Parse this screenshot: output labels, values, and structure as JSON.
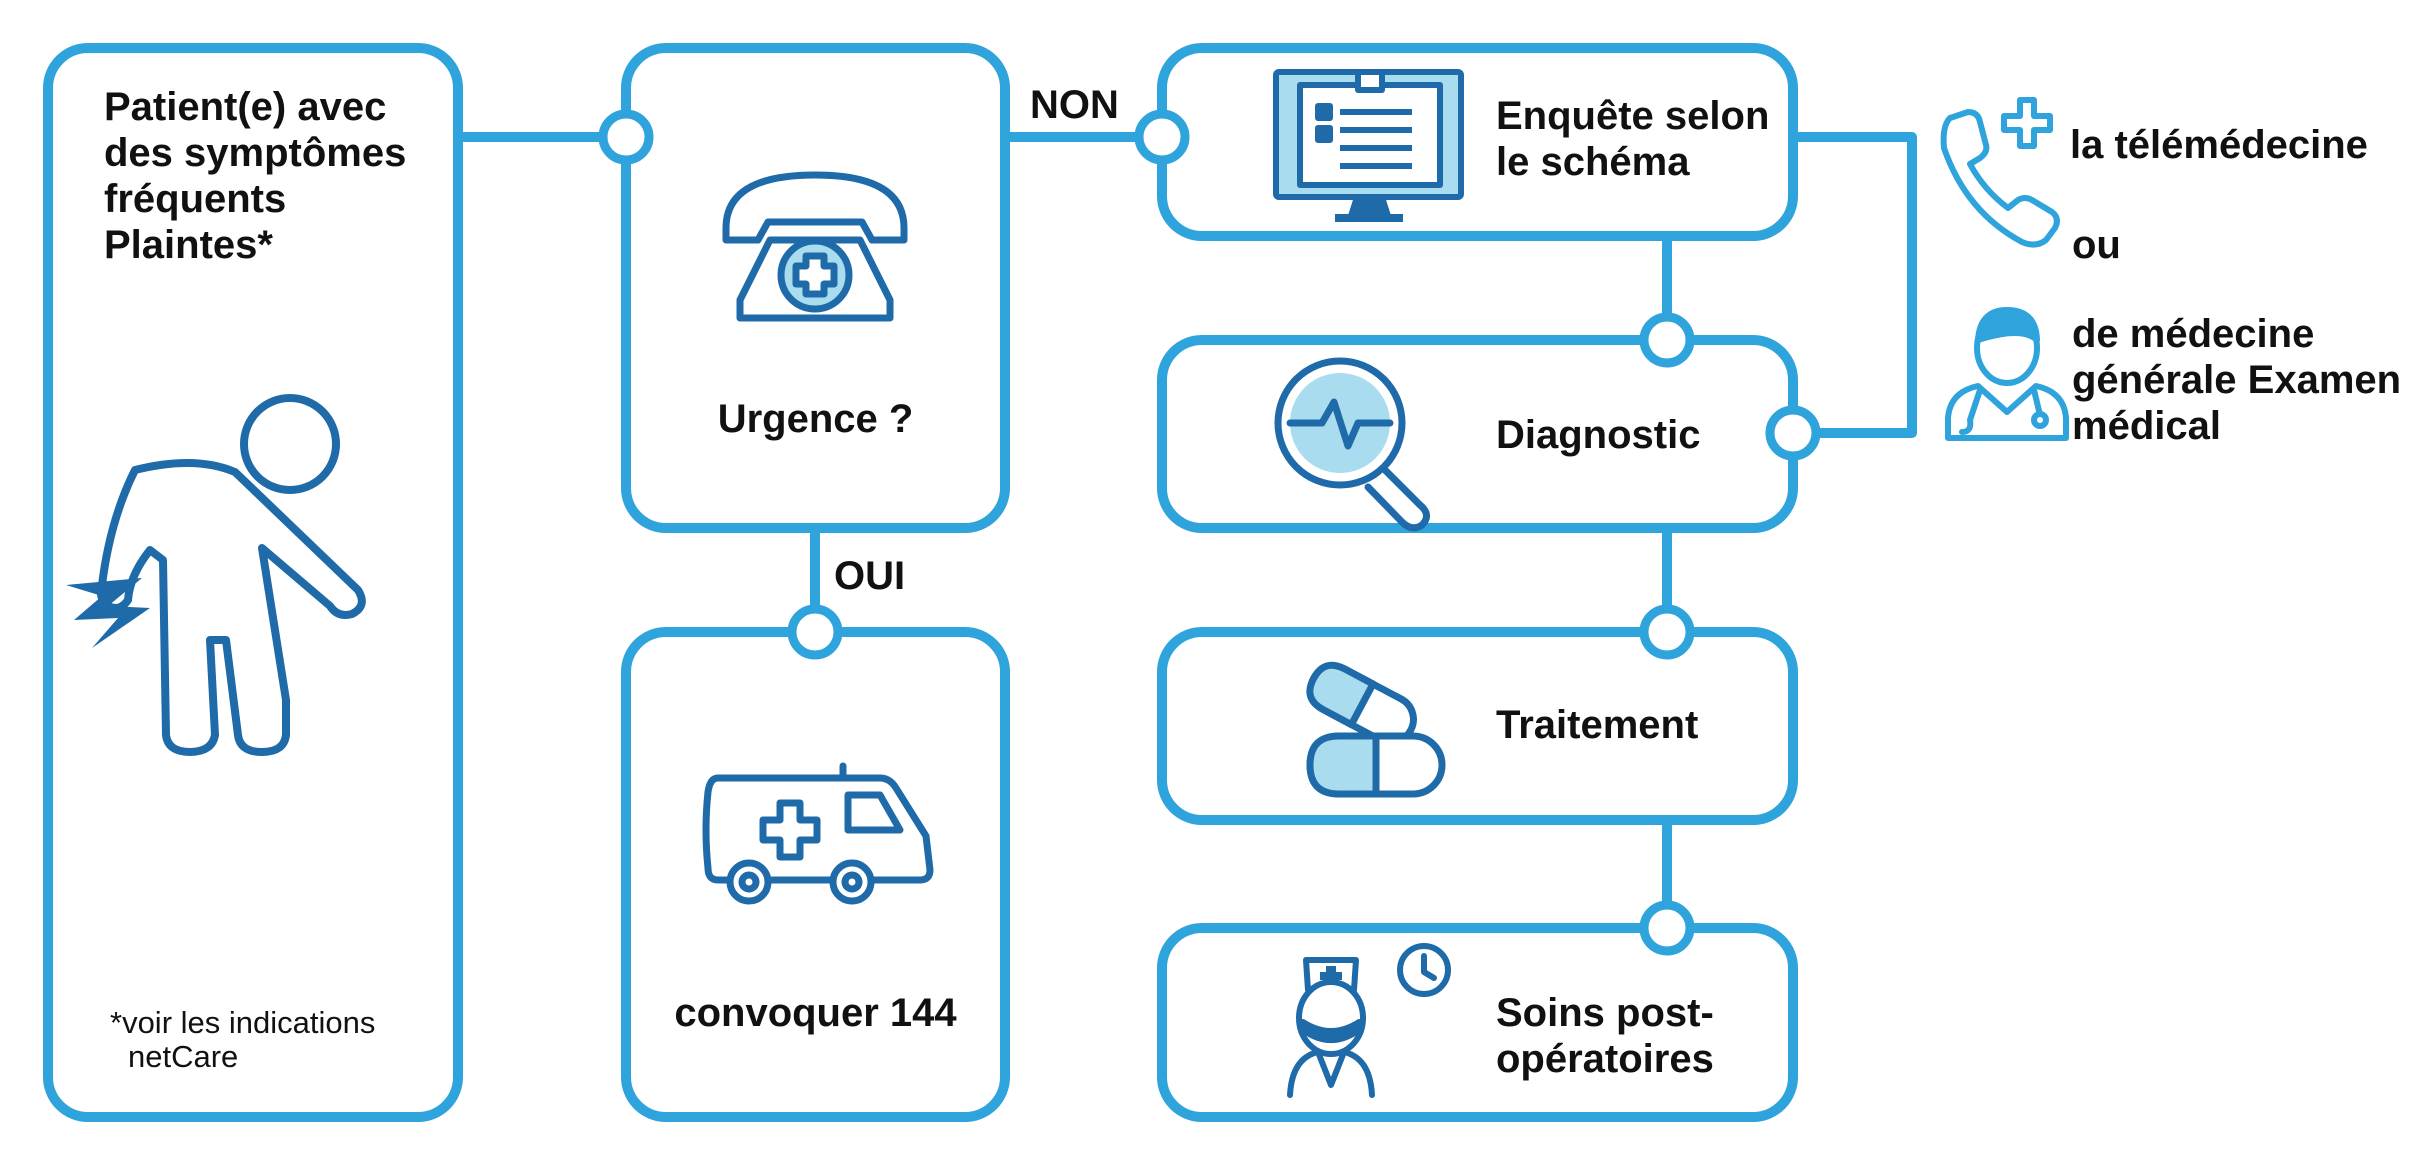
{
  "colors": {
    "stroke": "#2ea3dc",
    "icon_dark": "#1f6aa8",
    "icon_fill": "#a9dcef",
    "text": "#111111"
  },
  "patient": {
    "lines": [
      "Patient(e) avec",
      "des symptômes",
      "fréquents",
      "Plaintes*"
    ],
    "footnote_lines": [
      "*voir les indications",
      "netCare"
    ],
    "icon": "person-back-pain-icon"
  },
  "urgence": {
    "label": "Urgence ?",
    "icon": "medical-telephone-icon"
  },
  "convoquer": {
    "label": "convoquer 144",
    "icon": "ambulance-icon"
  },
  "connectors": {
    "non_label": "NON",
    "oui_label": "OUI"
  },
  "enquete": {
    "lines": [
      "Enquête selon",
      "le schéma"
    ],
    "icon": "monitor-clipboard-icon"
  },
  "diagnostic": {
    "label": "Diagnostic",
    "icon": "magnifier-pulse-icon"
  },
  "traitement": {
    "label": "Traitement",
    "icon": "pills-icon"
  },
  "soins": {
    "lines": [
      "Soins post-",
      "opératoires"
    ],
    "icon": "nurse-clock-icon"
  },
  "options": {
    "telemedecine_label": "la télémédecine",
    "or_label": "ou",
    "medecine_lines": [
      "de médecine",
      "générale Examen",
      "médical"
    ],
    "telemedecine_icon": "phone-plus-icon",
    "doctor_icon": "doctor-stethoscope-icon"
  }
}
